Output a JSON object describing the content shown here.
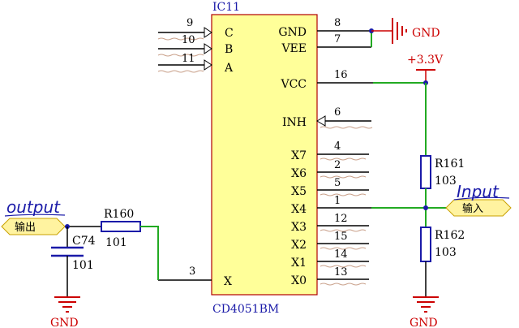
{
  "ic": {
    "designator": "IC11",
    "part": "CD4051BM",
    "left_pins": [
      {
        "num": "9",
        "name": "C"
      },
      {
        "num": "10",
        "name": "B"
      },
      {
        "num": "11",
        "name": "A"
      },
      {
        "num": "3",
        "name": "X"
      }
    ],
    "right_pins": [
      {
        "num": "8",
        "name": "GND"
      },
      {
        "num": "7",
        "name": "VEE"
      },
      {
        "num": "16",
        "name": "VCC"
      },
      {
        "num": "6",
        "name": "INH"
      },
      {
        "num": "4",
        "name": "X7"
      },
      {
        "num": "2",
        "name": "X6"
      },
      {
        "num": "5",
        "name": "X5"
      },
      {
        "num": "1",
        "name": "X4"
      },
      {
        "num": "12",
        "name": "X3"
      },
      {
        "num": "15",
        "name": "X2"
      },
      {
        "num": "14",
        "name": "X1"
      },
      {
        "num": "13",
        "name": "X0"
      }
    ]
  },
  "power": {
    "gnd": "GND",
    "vcc": "+3.3V"
  },
  "components": {
    "r160": {
      "ref": "R160",
      "value": "101"
    },
    "c74": {
      "ref": "C74",
      "value": "101"
    },
    "r161": {
      "ref": "R161",
      "value": "103"
    },
    "r162": {
      "ref": "R162",
      "value": "103"
    }
  },
  "ports": {
    "output_label": "输出",
    "input_label": "输入"
  },
  "annotations": {
    "output": "output",
    "input": "Input"
  },
  "colors": {
    "ic_fill": "#ffff99",
    "ic_border": "#b00000",
    "wire": "#000000",
    "wire_green": "#22aa22",
    "power": "#cc0000",
    "label_blue": "#1a1aa8",
    "port_fill": "#fff3a0"
  }
}
